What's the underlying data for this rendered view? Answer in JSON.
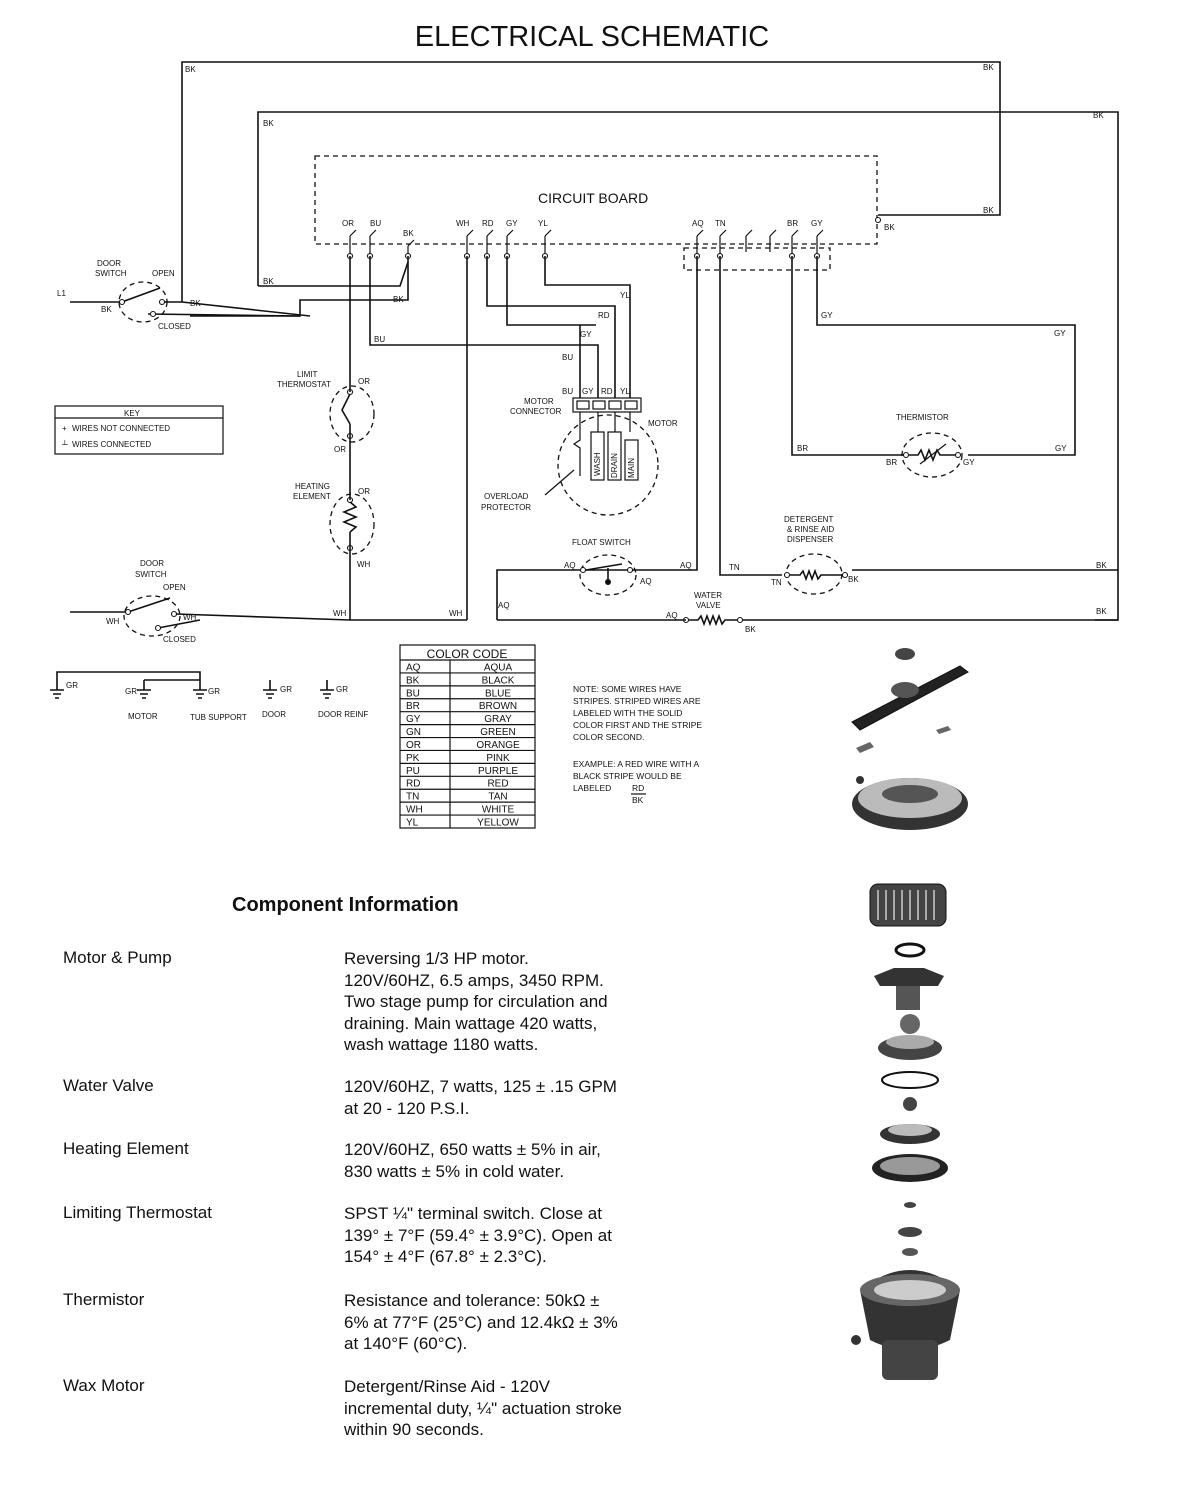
{
  "title": "ELECTRICAL SCHEMATIC",
  "schematic": {
    "circuit_board": "CIRCUIT BOARD",
    "board_pins_left": [
      "OR",
      "BU",
      "BK"
    ],
    "board_pins_mid": [
      "WH",
      "RD",
      "GY",
      "YL"
    ],
    "board_pins_right": [
      "AQ",
      "TN"
    ],
    "board_pins_far": [
      "BR",
      "GY"
    ],
    "board_bk": "BK",
    "wire_bk": "BK",
    "wire_bu": "BU",
    "wire_or": "OR",
    "wire_wh": "WH",
    "wire_gy": "GY",
    "wire_rd": "RD",
    "wire_yl": "YL",
    "wire_br": "BR",
    "wire_aq": "AQ",
    "wire_tn": "TN",
    "wire_gr": "GR",
    "l1": "L1",
    "door_switch": [
      "DOOR",
      "SWITCH"
    ],
    "open": "OPEN",
    "closed": "CLOSED",
    "limit_thermostat": [
      "LIMIT",
      "THERMOSTAT"
    ],
    "heating_element": [
      "HEATING",
      "ELEMENT"
    ],
    "motor_connector": [
      "MOTOR",
      "CONNECTOR"
    ],
    "motor_pins": [
      "BU",
      "GY",
      "RD",
      "YL"
    ],
    "motor": "MOTOR",
    "motor_windings": [
      "WASH",
      "DRAIN",
      "MAIN"
    ],
    "overload": [
      "OVERLOAD",
      "PROTECTOR"
    ],
    "thermistor": "THERMISTOR",
    "detergent": [
      "DETERGENT",
      "& RINSE AID",
      "DISPENSER"
    ],
    "float_switch": "FLOAT SWITCH",
    "water_valve": [
      "WATER",
      "VALVE"
    ],
    "key": {
      "title": "KEY",
      "not_connected": "WIRES NOT CONNECTED",
      "connected": "WIRES CONNECTED"
    },
    "grounds": [
      {
        "label": "",
        "wire": "GR"
      },
      {
        "label": "MOTOR",
        "wire": "GR"
      },
      {
        "label": "TUB SUPPORT",
        "wire": "GR"
      },
      {
        "label": "DOOR",
        "wire": "GR"
      },
      {
        "label": "DOOR REINF",
        "wire": "GR"
      }
    ],
    "color_code": {
      "title": "COLOR CODE",
      "rows": [
        [
          "AQ",
          "AQUA"
        ],
        [
          "BK",
          "BLACK"
        ],
        [
          "BU",
          "BLUE"
        ],
        [
          "BR",
          "BROWN"
        ],
        [
          "GY",
          "GRAY"
        ],
        [
          "GN",
          "GREEN"
        ],
        [
          "OR",
          "ORANGE"
        ],
        [
          "PK",
          "PINK"
        ],
        [
          "PU",
          "PURPLE"
        ],
        [
          "RD",
          "RED"
        ],
        [
          "TN",
          "TAN"
        ],
        [
          "WH",
          "WHITE"
        ],
        [
          "YL",
          "YELLOW"
        ]
      ]
    },
    "note": [
      "NOTE:  SOME WIRES HAVE",
      "STRIPES.  STRIPED WIRES ARE",
      "LABELED WITH THE SOLID",
      "COLOR FIRST AND THE STRIPE",
      "COLOR SECOND."
    ],
    "example": [
      "EXAMPLE:  A RED WIRE WITH A",
      "BLACK STRIPE WOULD BE",
      "LABELED"
    ],
    "example_fraction": [
      "RD",
      "BK"
    ]
  },
  "components": {
    "title": "Component Information",
    "items": [
      {
        "name": "Motor & Pump",
        "desc": "Reversing 1/3 HP motor.\n120V/60HZ, 6.5 amps, 3450 RPM.\nTwo stage pump for circulation and\ndraining.  Main wattage 420 watts,\nwash wattage 1180 watts."
      },
      {
        "name": "Water Valve",
        "desc": "120V/60HZ, 7 watts, 125 ± .15 GPM\nat 20 - 120 P.S.I."
      },
      {
        "name": "Heating Element",
        "desc": "120V/60HZ, 650 watts ± 5% in air,\n830 watts ± 5% in cold water."
      },
      {
        "name": "Limiting Thermostat",
        "desc": "SPST ¼\" terminal switch.  Close at\n139° ± 7°F (59.4° ± 3.9°C).  Open at\n154° ± 4°F (67.8° ± 2.3°C)."
      },
      {
        "name": "Thermistor",
        "desc": "Resistance and tolerance:  50kΩ ±\n6% at 77°F (25°C) and 12.4kΩ  ± 3%\nat 140°F (60°C)."
      },
      {
        "name": "Wax Motor",
        "desc": "Detergent/Rinse Aid - 120V\nincremental duty, ¼\" actuation stroke\nwithin 90 seconds."
      }
    ]
  }
}
